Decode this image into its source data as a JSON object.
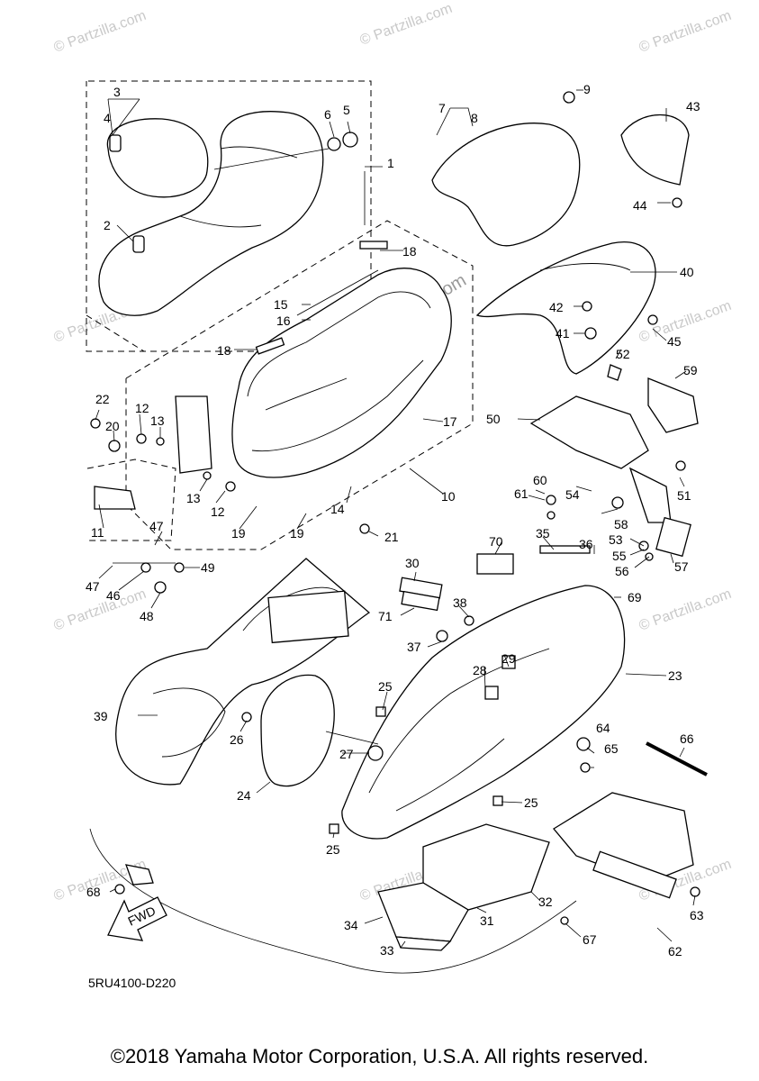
{
  "watermark": "© Partzilla.com",
  "center_watermark": "Partzilla.com",
  "diagram_code": "5RU4100-D220",
  "fwd_label": "FWD",
  "copyright": "©2018 Yamaha Motor Corporation, U.S.A. All rights reserved.",
  "callouts": [
    "1",
    "2",
    "3",
    "4",
    "5",
    "6",
    "7",
    "8",
    "9",
    "10",
    "11",
    "12",
    "12",
    "13",
    "13",
    "14",
    "15",
    "16",
    "17",
    "18",
    "18",
    "19",
    "19",
    "20",
    "21",
    "22",
    "23",
    "24",
    "25",
    "25",
    "25",
    "26",
    "27",
    "28",
    "29",
    "30",
    "31",
    "32",
    "33",
    "34",
    "35",
    "36",
    "37",
    "38",
    "39",
    "40",
    "41",
    "42",
    "43",
    "44",
    "45",
    "46",
    "47",
    "47",
    "48",
    "49",
    "50",
    "51",
    "52",
    "53",
    "54",
    "55",
    "56",
    "57",
    "58",
    "59",
    "60",
    "61",
    "62",
    "63",
    "64",
    "65",
    "66",
    "67",
    "68",
    "69",
    "70",
    "71"
  ]
}
